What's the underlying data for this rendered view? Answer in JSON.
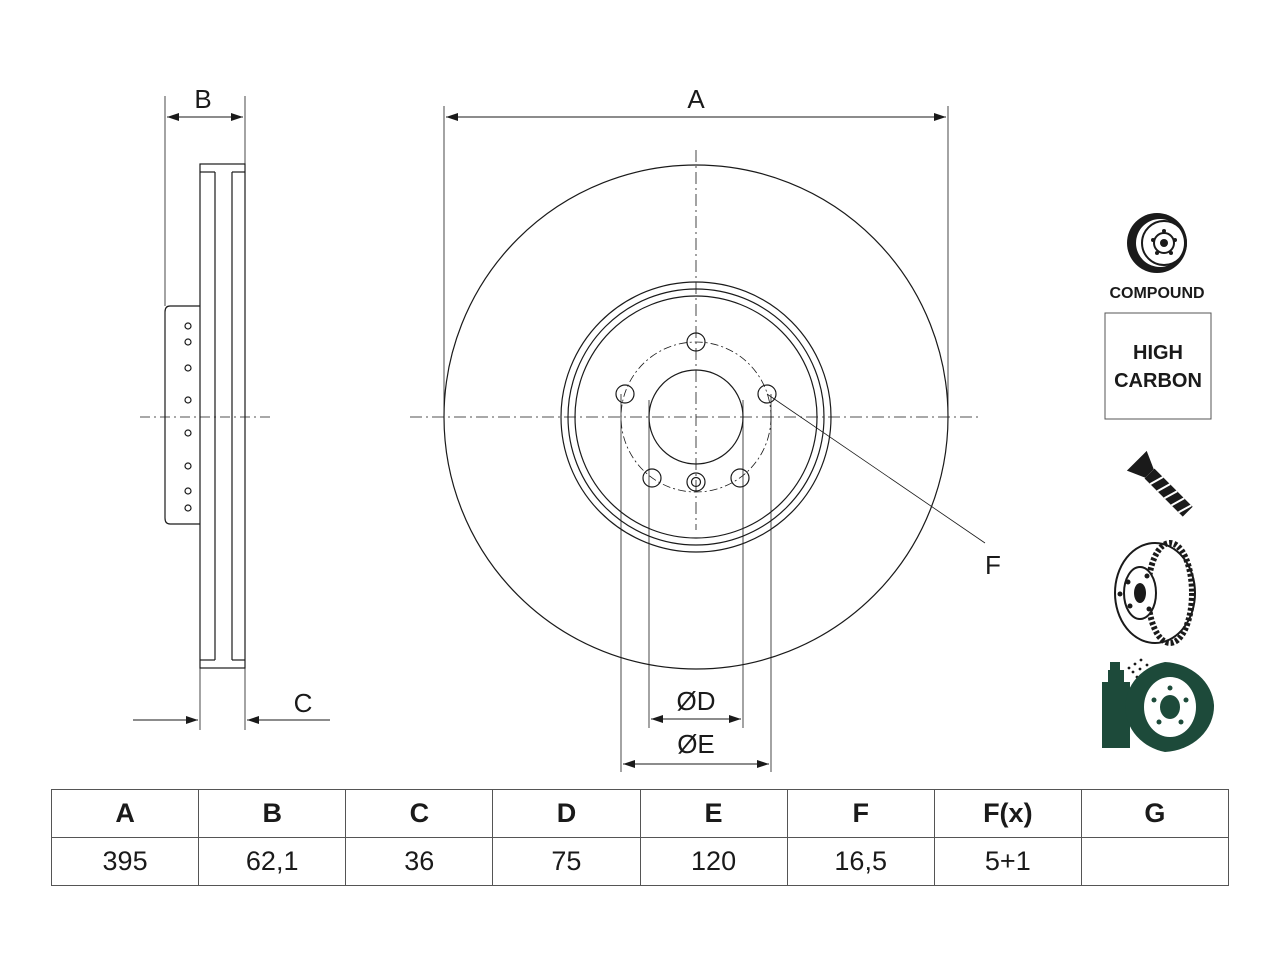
{
  "labels": {
    "a": "A",
    "b": "B",
    "c": "C",
    "d": "ØD",
    "e": "ØE",
    "f": "F"
  },
  "icons": {
    "compound": {
      "name": "compound-disc-icon",
      "text": "COMPOUND"
    },
    "high_carbon": {
      "name": "high-carbon-icon",
      "line1": "HIGH",
      "line2": "CARBON"
    },
    "screw": {
      "name": "screw-icon"
    },
    "disc": {
      "name": "vented-disc-icon"
    },
    "spray": {
      "name": "coating-spray-icon"
    }
  },
  "table": {
    "headers": [
      "A",
      "B",
      "C",
      "D",
      "E",
      "F",
      "F(x)",
      "G"
    ],
    "values": [
      "395",
      "62,1",
      "36",
      "75",
      "120",
      "16,5",
      "5+1",
      ""
    ]
  },
  "colors": {
    "line": "#1a1a1a",
    "icon_green": "#1d4a3a"
  }
}
